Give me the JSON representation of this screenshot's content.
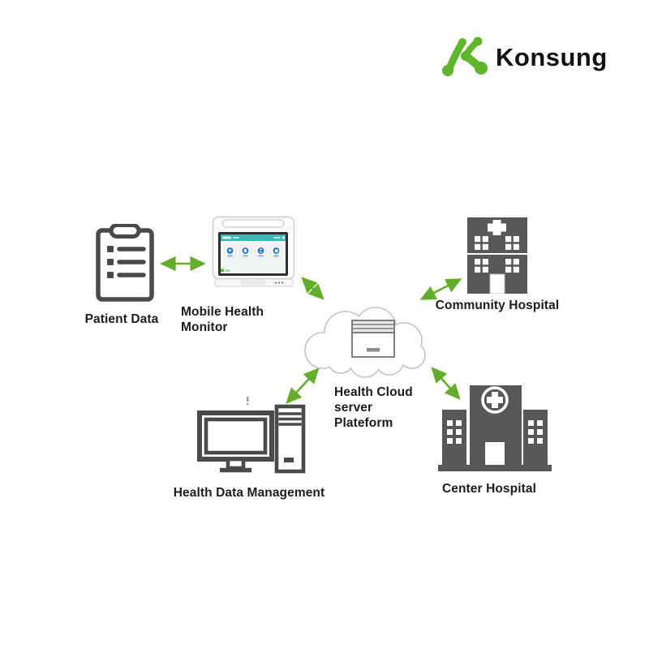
{
  "logo": {
    "brand": "Konsung"
  },
  "diagram": {
    "title_implicit": "Health Cloud telehealth system diagram",
    "patient_data": {
      "label": "Patient Data"
    },
    "mobile_monitor": {
      "label": "Mobile Health Monitor"
    },
    "community_hospital": {
      "label": "Community Hospital"
    },
    "center_hospital": {
      "label": "Center Hospital"
    },
    "health_data_management": {
      "label": "Health Data Management"
    },
    "cloud": {
      "label_line1": "Health Cloud",
      "label_line2": "server",
      "label_line3": "Plateform"
    },
    "connections": [
      {
        "from": "patient-data",
        "to": "mobile-health-monitor",
        "bidirectional": true
      },
      {
        "from": "mobile-health-monitor",
        "to": "health-cloud-server",
        "bidirectional": true
      },
      {
        "from": "health-cloud-server",
        "to": "community-hospital",
        "bidirectional": true
      },
      {
        "from": "health-data-management",
        "to": "health-cloud-server",
        "bidirectional": true
      },
      {
        "from": "health-cloud-server",
        "to": "center-hospital",
        "bidirectional": true
      }
    ]
  },
  "colors": {
    "arrow_green": "#64ad2b",
    "logo_green": "#5fb52c",
    "icon_gray": "#595757",
    "outline_gray": "#4a4a4a",
    "device_teal": "#3fb4b6",
    "device_icon_blue": "#2d7fd4",
    "cloud_stroke": "#c6c6c6"
  }
}
